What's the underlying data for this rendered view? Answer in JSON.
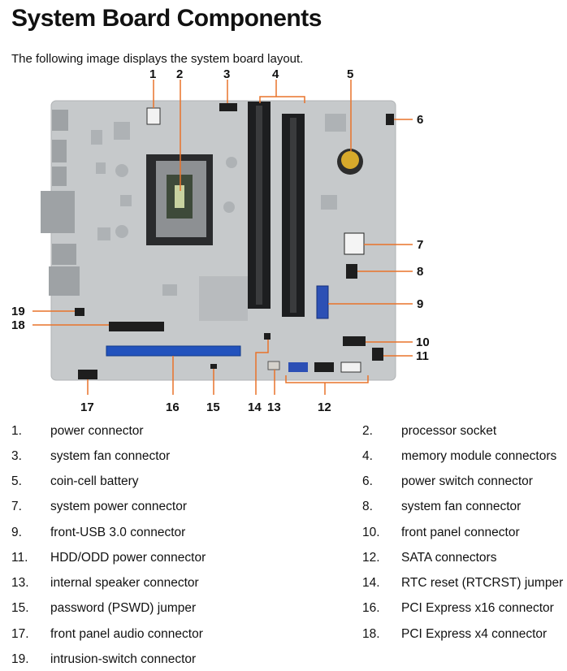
{
  "page": {
    "title": "System Board Components",
    "intro": "The following image displays the system board layout."
  },
  "callouts": [
    "1",
    "2",
    "3",
    "4",
    "5",
    "6",
    "7",
    "8",
    "9",
    "10",
    "11",
    "12",
    "13",
    "14",
    "15",
    "16",
    "17",
    "18",
    "19"
  ],
  "legend": [
    {
      "num": "1.",
      "label": "power connector"
    },
    {
      "num": "2.",
      "label": "processor socket"
    },
    {
      "num": "3.",
      "label": "system fan connector"
    },
    {
      "num": "4.",
      "label": "memory module connectors"
    },
    {
      "num": "5.",
      "label": "coin-cell battery"
    },
    {
      "num": "6.",
      "label": "power switch connector"
    },
    {
      "num": "7.",
      "label": "system power connector"
    },
    {
      "num": "8.",
      "label": "system fan connector"
    },
    {
      "num": "9.",
      "label": "front-USB 3.0 connector"
    },
    {
      "num": "10.",
      "label": "front panel connector"
    },
    {
      "num": "11.",
      "label": "HDD/ODD power connector"
    },
    {
      "num": "12.",
      "label": "SATA connectors"
    },
    {
      "num": "13.",
      "label": "internal speaker connector"
    },
    {
      "num": "14.",
      "label": "RTC reset (RTCRST) jumper"
    },
    {
      "num": "15.",
      "label": "password (PSWD) jumper"
    },
    {
      "num": "16.",
      "label": "PCI Express x16 connector"
    },
    {
      "num": "17.",
      "label": "front panel audio connector"
    },
    {
      "num": "18.",
      "label": "PCI Express x4 connector"
    },
    {
      "num": "19.",
      "label": "intrusion-switch connector"
    }
  ],
  "colors": {
    "callout_line": "#e8732a",
    "pcie_blue": "#1f4fb0",
    "board": "#c9ccce"
  }
}
